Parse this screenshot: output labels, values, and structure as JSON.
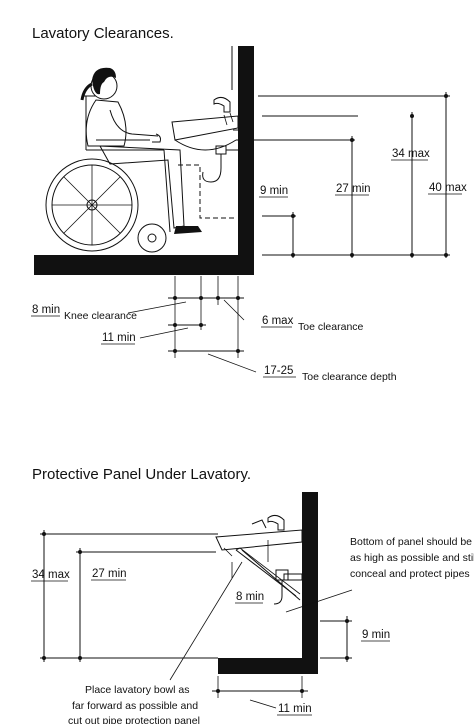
{
  "section1": {
    "title": "Lavatory Clearances.",
    "dims": {
      "max40": "40 max",
      "max34": "34 max",
      "min27": "27 min",
      "min9": "9 min",
      "min8": "8 min",
      "min11": "11 min",
      "max6": "6 max",
      "range1725": "17-25"
    },
    "labels": {
      "knee": "Knee clearance",
      "toe": "Toe clearance",
      "toe_depth": "Toe clearance depth"
    }
  },
  "section2": {
    "title": "Protective Panel Under Lavatory.",
    "dims": {
      "max34": "34 max",
      "min27": "27 min",
      "min8": "8 min",
      "min9": "9 min",
      "min11": "11 min"
    },
    "note_panel": [
      "Bottom of panel should be",
      "as high as possible and still",
      "conceal and protect pipes"
    ],
    "note_bowl": [
      "Place lavatory bowl as",
      "far forward as possible and",
      "cut out pipe protection panel"
    ]
  }
}
